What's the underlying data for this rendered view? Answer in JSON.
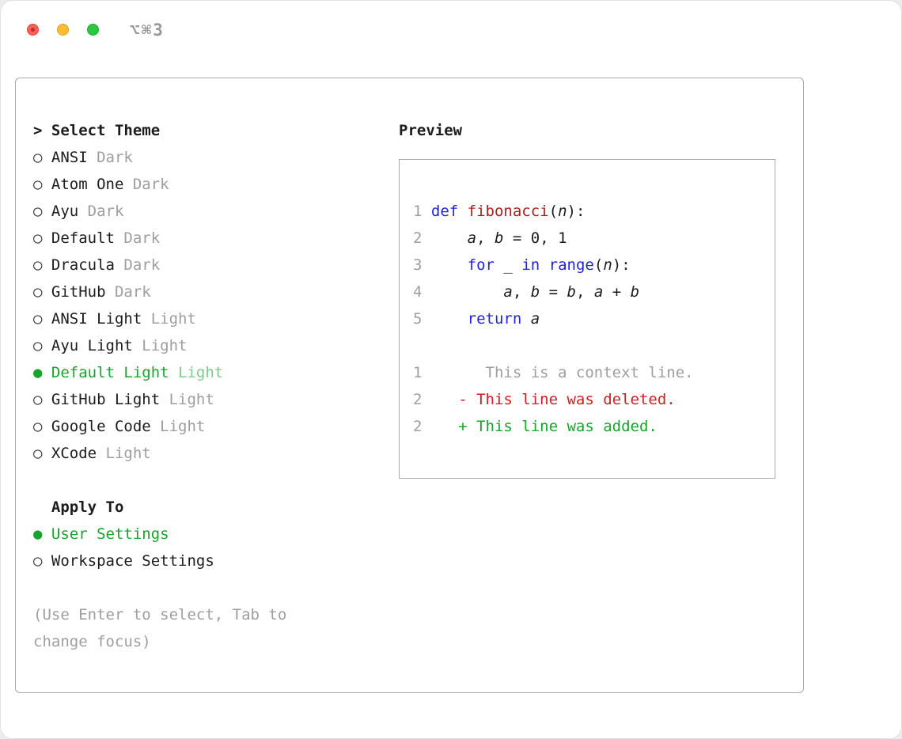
{
  "window": {
    "shortcut": "⌥⌘3"
  },
  "theme_picker": {
    "title": "> Select Theme",
    "items": [
      {
        "name": "ANSI",
        "variant": "Dark",
        "selected": false
      },
      {
        "name": "Atom One",
        "variant": "Dark",
        "selected": false
      },
      {
        "name": "Ayu",
        "variant": "Dark",
        "selected": false
      },
      {
        "name": "Default",
        "variant": "Dark",
        "selected": false
      },
      {
        "name": "Dracula",
        "variant": "Dark",
        "selected": false
      },
      {
        "name": "GitHub",
        "variant": "Dark",
        "selected": false
      },
      {
        "name": "ANSI Light",
        "variant": "Light",
        "selected": false
      },
      {
        "name": "Ayu Light",
        "variant": "Light",
        "selected": false
      },
      {
        "name": "Default Light",
        "variant": "Light",
        "selected": true
      },
      {
        "name": "GitHub Light",
        "variant": "Light",
        "selected": false
      },
      {
        "name": "Google Code",
        "variant": "Light",
        "selected": false
      },
      {
        "name": "XCode",
        "variant": "Light",
        "selected": false
      }
    ],
    "apply_to": {
      "title": "Apply To",
      "options": [
        {
          "label": "User Settings",
          "selected": true
        },
        {
          "label": "Workspace Settings",
          "selected": false
        }
      ]
    },
    "help": "(Use Enter to select, Tab to change focus)",
    "markers": {
      "selected": "●",
      "unselected": "○"
    }
  },
  "preview": {
    "title": "Preview",
    "lines": [
      {
        "num": "1",
        "tokens": [
          {
            "t": "def",
            "s": "kw"
          },
          {
            "t": " ",
            "s": "plain"
          },
          {
            "t": "fibonacci",
            "s": "fn"
          },
          {
            "t": "(",
            "s": "plain"
          },
          {
            "t": "n",
            "s": "var"
          },
          {
            "t": "):",
            "s": "plain"
          }
        ]
      },
      {
        "num": "2",
        "tokens": [
          {
            "t": "    ",
            "s": "plain"
          },
          {
            "t": "a",
            "s": "var"
          },
          {
            "t": ", ",
            "s": "plain"
          },
          {
            "t": "b",
            "s": "var"
          },
          {
            "t": " = ",
            "s": "plain"
          },
          {
            "t": "0, 1",
            "s": "plain"
          }
        ]
      },
      {
        "num": "3",
        "tokens": [
          {
            "t": "    ",
            "s": "plain"
          },
          {
            "t": "for",
            "s": "kw"
          },
          {
            "t": " ",
            "s": "plain"
          },
          {
            "t": "_",
            "s": "var"
          },
          {
            "t": " ",
            "s": "plain"
          },
          {
            "t": "in",
            "s": "kw"
          },
          {
            "t": " ",
            "s": "plain"
          },
          {
            "t": "range",
            "s": "kw"
          },
          {
            "t": "(",
            "s": "plain"
          },
          {
            "t": "n",
            "s": "var"
          },
          {
            "t": "):",
            "s": "plain"
          }
        ]
      },
      {
        "num": "4",
        "tokens": [
          {
            "t": "        ",
            "s": "plain"
          },
          {
            "t": "a",
            "s": "var"
          },
          {
            "t": ", ",
            "s": "plain"
          },
          {
            "t": "b",
            "s": "var"
          },
          {
            "t": " = ",
            "s": "plain"
          },
          {
            "t": "b",
            "s": "var"
          },
          {
            "t": ", ",
            "s": "plain"
          },
          {
            "t": "a",
            "s": "var"
          },
          {
            "t": " + ",
            "s": "plain"
          },
          {
            "t": "b",
            "s": "var"
          }
        ]
      },
      {
        "num": "5",
        "tokens": [
          {
            "t": "    ",
            "s": "plain"
          },
          {
            "t": "return",
            "s": "kw"
          },
          {
            "t": " ",
            "s": "plain"
          },
          {
            "t": "a",
            "s": "var"
          }
        ]
      },
      {
        "num": "",
        "tokens": []
      },
      {
        "num": "1",
        "tokens": [
          {
            "t": "      This is a context line.",
            "s": "ctx"
          }
        ]
      },
      {
        "num": "2",
        "tokens": [
          {
            "t": "   - This line was deleted.",
            "s": "del"
          }
        ]
      },
      {
        "num": "2",
        "tokens": [
          {
            "t": "   + This line was added.",
            "s": "add"
          }
        ]
      }
    ]
  },
  "colors": {
    "text": "#1c1c1c",
    "dim_gray": "#9e9e9e",
    "accent_green": "#17a42c",
    "dim_green": "#82c98c",
    "keyword_blue": "#2323dc",
    "function_red": "#a82222",
    "deleted_red": "#cf1f1f",
    "border_gray": "#a9a9a9"
  }
}
